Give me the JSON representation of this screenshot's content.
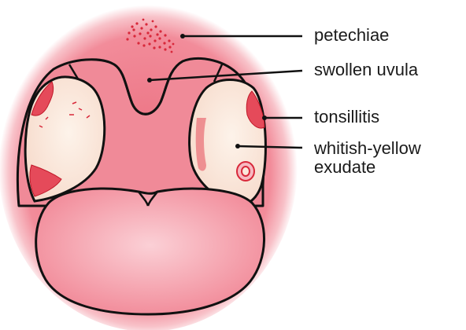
{
  "labels": {
    "petechiae": "petechiae",
    "swollen_uvula": "swollen uvula",
    "tonsillitis": "tonsillitis",
    "exudate_line1": "whitish-yellow",
    "exudate_line2": "exudate"
  },
  "colors": {
    "halo": "#f08a98",
    "mouth_fill": "#f28e9c",
    "tonsil_fill": "#fbe8dc",
    "tongue_fill": "#f7a6b2",
    "inflamed_red": "#e03040",
    "outline": "#111111"
  }
}
